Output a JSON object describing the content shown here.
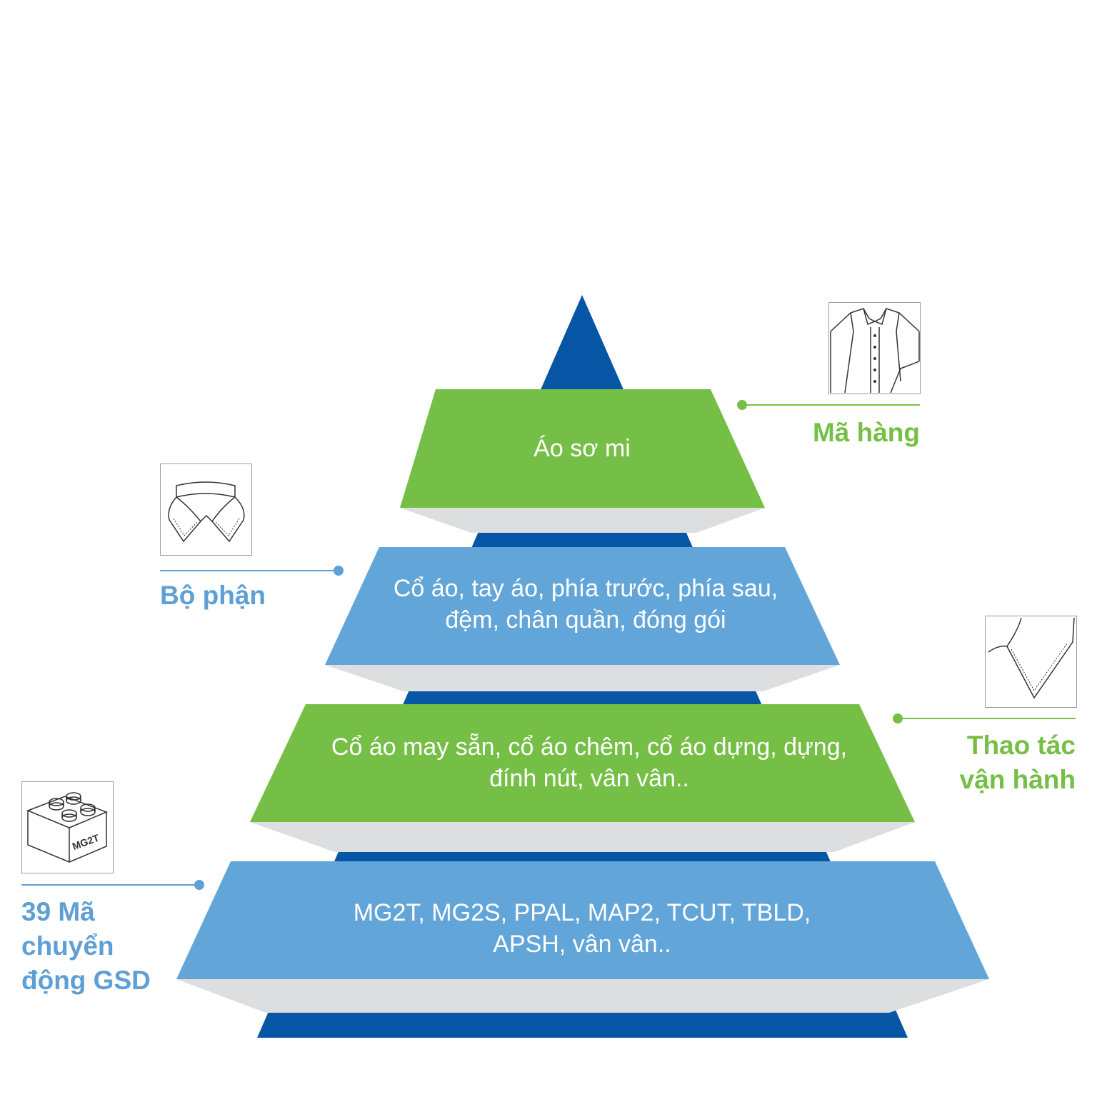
{
  "colors": {
    "dark_blue": "#0756a5",
    "green": "#76bf47",
    "light_blue": "#62a5d8",
    "shadow": "#dcdedf",
    "label_green": "#76bf47",
    "label_blue": "#5e9fd6"
  },
  "levels": [
    {
      "band_text": "Áo sơ mi",
      "label": "Mã hàng",
      "icon": "shirt-icon"
    },
    {
      "band_text": "Cổ áo, tay áo, phía trước, phía sau, đệm, chân quần, đóng gói",
      "label": "Bộ phận",
      "icon": "collar-icon"
    },
    {
      "band_text": "Cổ áo may sẵn, cổ áo chêm, cổ áo dựng, dựng, đính nút, vân vân..",
      "label": "Thao tác vận hành",
      "icon": "collar-point-icon"
    },
    {
      "band_text": "MG2T, MG2S, PPAL, MAP2, TCUT, TBLD, APSH, vân vân..",
      "label": "39 Mã chuyển động GSD",
      "icon": "lego-brick-icon",
      "icon_text": "MG2T"
    }
  ]
}
